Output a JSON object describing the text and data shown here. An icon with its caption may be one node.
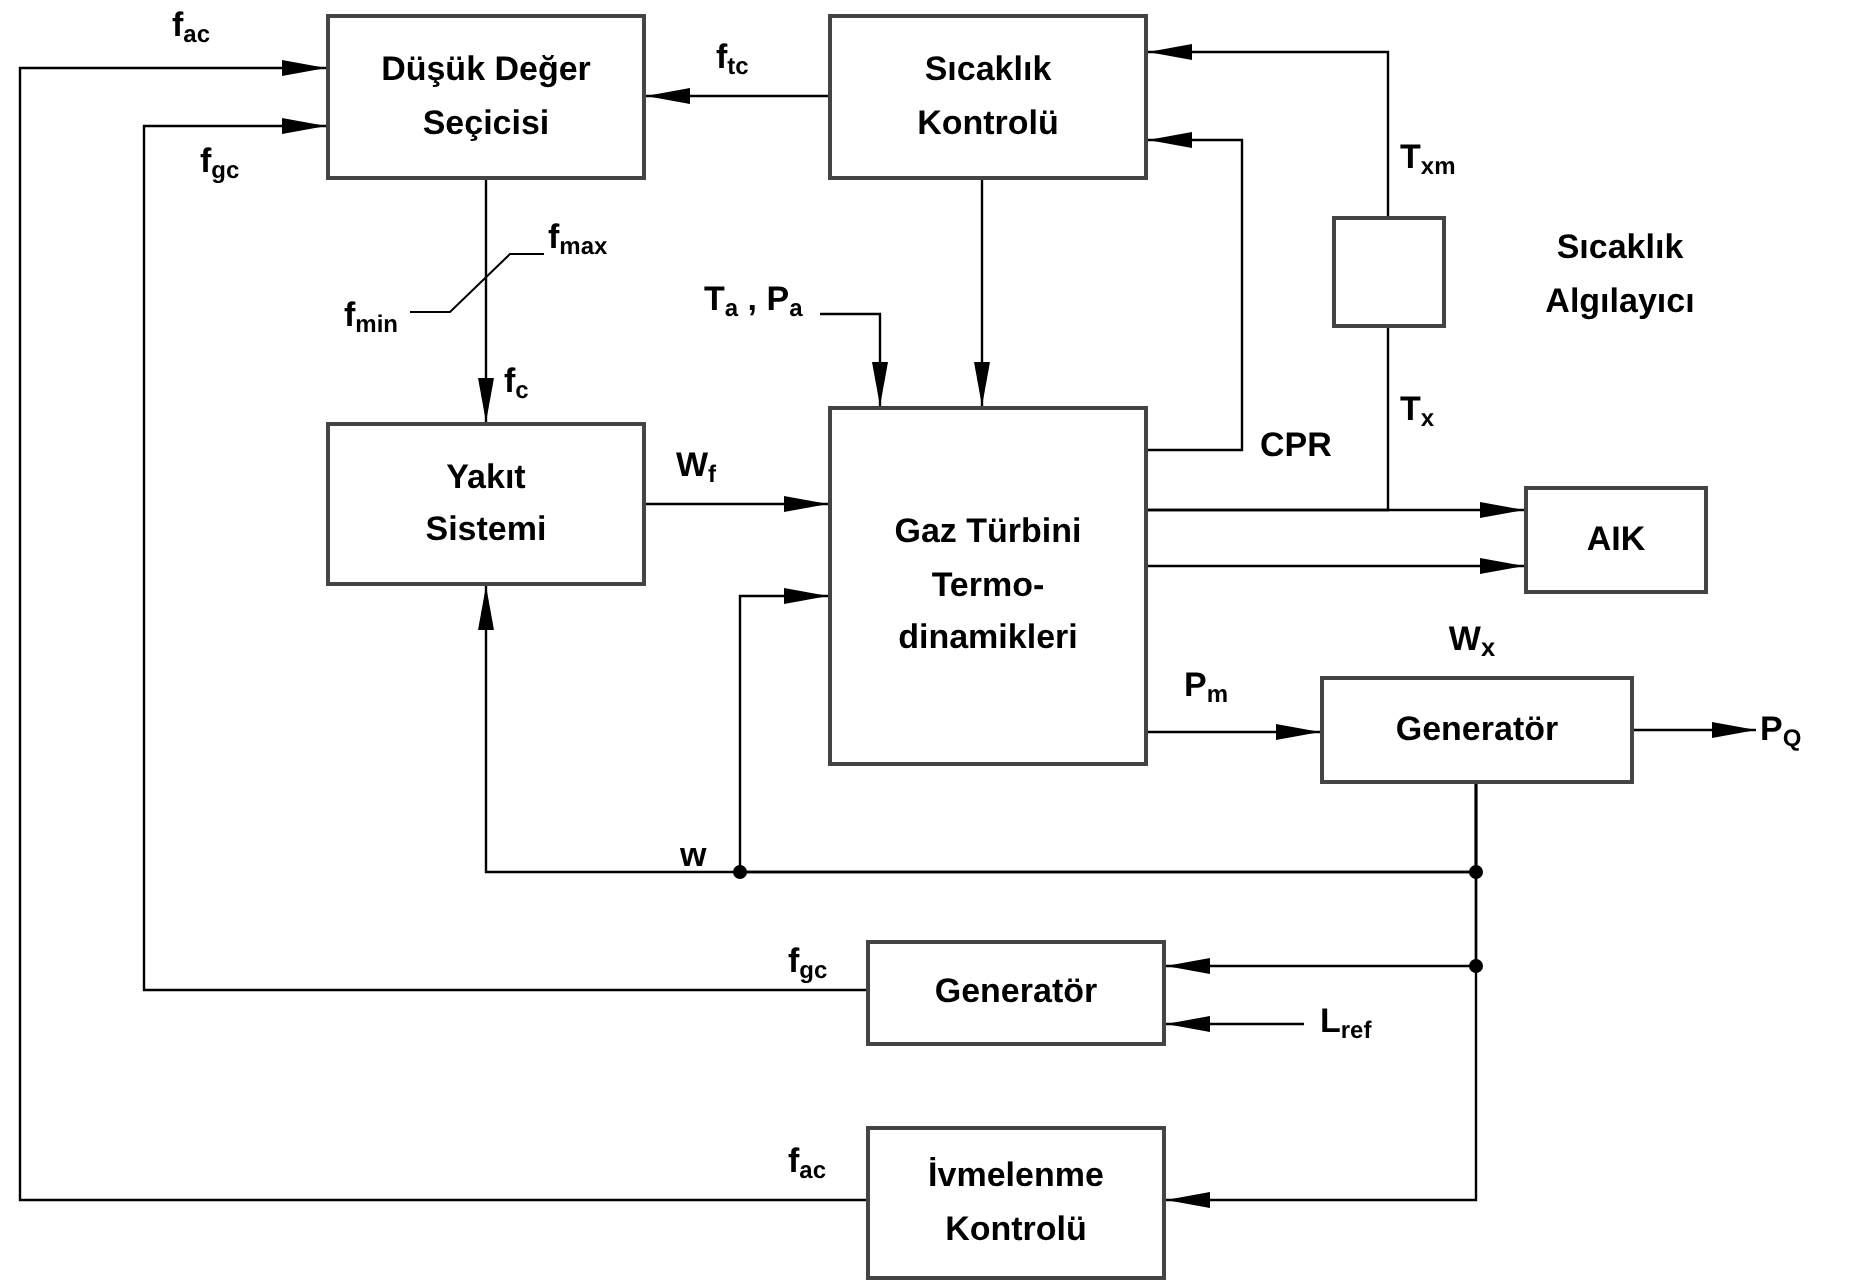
{
  "diagram": {
    "nodes": [
      {
        "text": [
          "Düşük Değer Seçicisi"
        ]
      },
      {
        "text": [
          "Sıcaklık Kontrolü"
        ]
      },
      {
        "text": [],
        "shape": "box",
        "beside": [
          "Sıcaklık Algılayıcı"
        ]
      },
      {
        "text": [
          "Yakıt Sistemi"
        ]
      },
      {
        "text": [
          "Gaz Türbini Termo- dinamikleri"
        ]
      },
      {
        "text": [
          "AIK"
        ]
      },
      {
        "text": [
          "Generatör"
        ],
        "beside": [
          "W$_{x}$"
        ]
      },
      {
        "text": [
          "Generatör"
        ]
      },
      {
        "text": [
          "İvmelenme Kontrolü"
        ]
      }
    ],
    "edges": [
      {
        "from": 8,
        "to": 0,
        "arrow": "to",
        "label": "f$_{ac}$"
      },
      {
        "from": 7,
        "to": 0,
        "arrow": "to",
        "label": "f$_{gc}$"
      },
      {
        "from": 1,
        "to": 0,
        "arrow": "to",
        "label": "f$_{tc}$"
      },
      {
        "from": 0,
        "to": 3,
        "arrow": "to",
        "label": "f$_{c}$"
      },
      {
        "from": 1,
        "to": 4,
        "arrow": "to"
      },
      {
        "from": 4,
        "to": 1,
        "arrow": "to",
        "label": "CPR"
      },
      {
        "from": 2,
        "to": 1,
        "arrow": "to",
        "label": "T$_{xm}$"
      },
      {
        "from": 4,
        "to": 2,
        "arrow": "none",
        "label": "T$_{x}$"
      },
      {
        "from": 4,
        "to": 5,
        "arrow": "to"
      },
      {
        "from": 4,
        "to": 5,
        "arrow": "to"
      },
      {
        "from": 3,
        "to": 4,
        "arrow": "to",
        "label": "W$_{f}$"
      },
      {
        "from": null,
        "to": 4,
        "arrow": "to",
        "label": "T$_{a}$ , P$_{a}$"
      },
      {
        "from": 4,
        "to": 6,
        "arrow": "to",
        "label": "P$_{m}$"
      },
      {
        "from": 6,
        "to": null,
        "arrow": "to",
        "label": "P$_{Q}$"
      },
      {
        "from": null,
        "to": 7,
        "arrow": "to",
        "label": "L$_{ref}$"
      },
      {
        "from": 6,
        "to": 4,
        "arrow": "to"
      },
      {
        "from": 6,
        "to": 3,
        "arrow": "to"
      },
      {
        "from": 6,
        "to": 7,
        "arrow": "to"
      },
      {
        "from": 6,
        "to": 8,
        "arrow": "to"
      }
    ],
    "labels": [
      "f$_{max}$",
      "f$_{min}$",
      "w",
      "f$_{gc}$",
      "f$_{ac}$"
    ]
  }
}
